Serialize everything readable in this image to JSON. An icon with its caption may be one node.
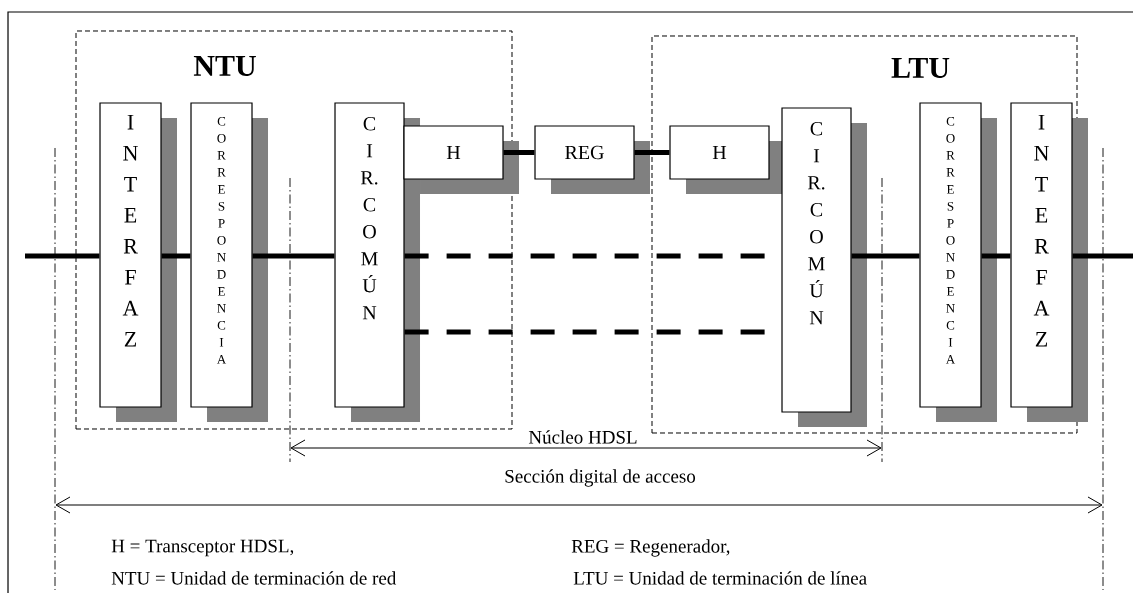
{
  "diagram": {
    "nodes": [
      {
        "text": [
          "NTU"
        ]
      },
      {
        "text": [
          "I N T E R F A Z"
        ],
        "in": 0
      },
      {
        "text": [
          "C O R R E S P O N D E N C I A"
        ],
        "in": 0
      },
      {
        "text": [
          "C I R. C O M Ú N"
        ],
        "in": 0
      },
      {
        "text": [
          "H"
        ],
        "in": 0
      },
      {
        "text": [
          "REG"
        ]
      },
      {
        "text": [
          "LTU"
        ]
      },
      {
        "text": [
          "H"
        ],
        "in": 6
      },
      {
        "text": [
          "C I R. C O M Ú N"
        ],
        "in": 6
      },
      {
        "text": [
          "C O R R E S P O N D E N C I A"
        ],
        "in": 6
      },
      {
        "text": [
          "I N T E R F A Z"
        ],
        "in": 6
      }
    ],
    "edges": [
      {
        "from": null,
        "to": 1,
        "arrow": "none"
      },
      {
        "from": 1,
        "to": 2,
        "arrow": "none"
      },
      {
        "from": 2,
        "to": 3,
        "arrow": "none"
      },
      {
        "from": 3,
        "to": 8,
        "arrow": "none",
        "style": "dashed"
      },
      {
        "from": 3,
        "to": 8,
        "arrow": "none",
        "style": "dashed"
      },
      {
        "from": 4,
        "to": 5,
        "arrow": "none"
      },
      {
        "from": 5,
        "to": 7,
        "arrow": "none"
      },
      {
        "from": 8,
        "to": 9,
        "arrow": "none"
      },
      {
        "from": 9,
        "to": 10,
        "arrow": "none"
      },
      {
        "from": 10,
        "to": null,
        "arrow": "none"
      }
    ],
    "labels": [
      "Núcleo HDSL",
      "Sección digital de acceso",
      "H = Transceptor HDSL,",
      "REG = Regenerador,",
      "NTU = Unidad de terminación de red",
      "LTU = Unidad de terminación de línea"
    ]
  }
}
